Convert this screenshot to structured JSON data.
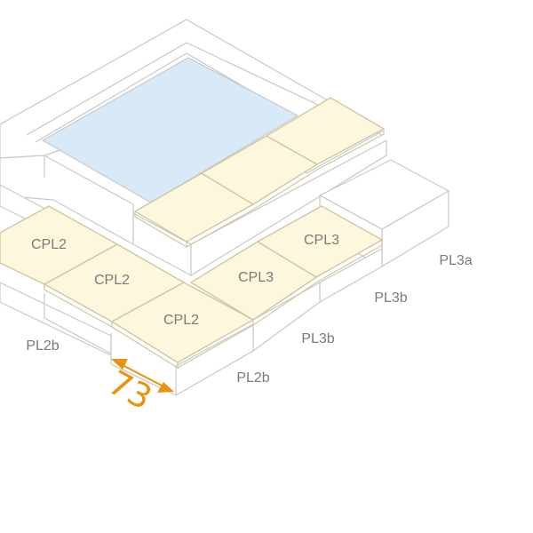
{
  "colors": {
    "outline": "#c8c8c8",
    "wall_fill": "#ffffff",
    "cap_fill": "#fdf8dd",
    "cap_edge": "#cfc7a0",
    "water": "#d8eaf8",
    "label": "#7a7a7a",
    "dimension": "#e8940c"
  },
  "caps": {
    "cpl2_a": "CPL2",
    "cpl2_b": "CPL2",
    "cpl2_c": "CPL2",
    "cpl3_a": "CPL3",
    "cpl3_b": "CPL3"
  },
  "side_labels": {
    "pl2b_left": "PL2b",
    "pl2b_front": "PL2b",
    "pl3b_front": "PL3b",
    "pl3b_back": "PL3b",
    "pl3a": "PL3a"
  },
  "dimension": {
    "value": "73"
  }
}
